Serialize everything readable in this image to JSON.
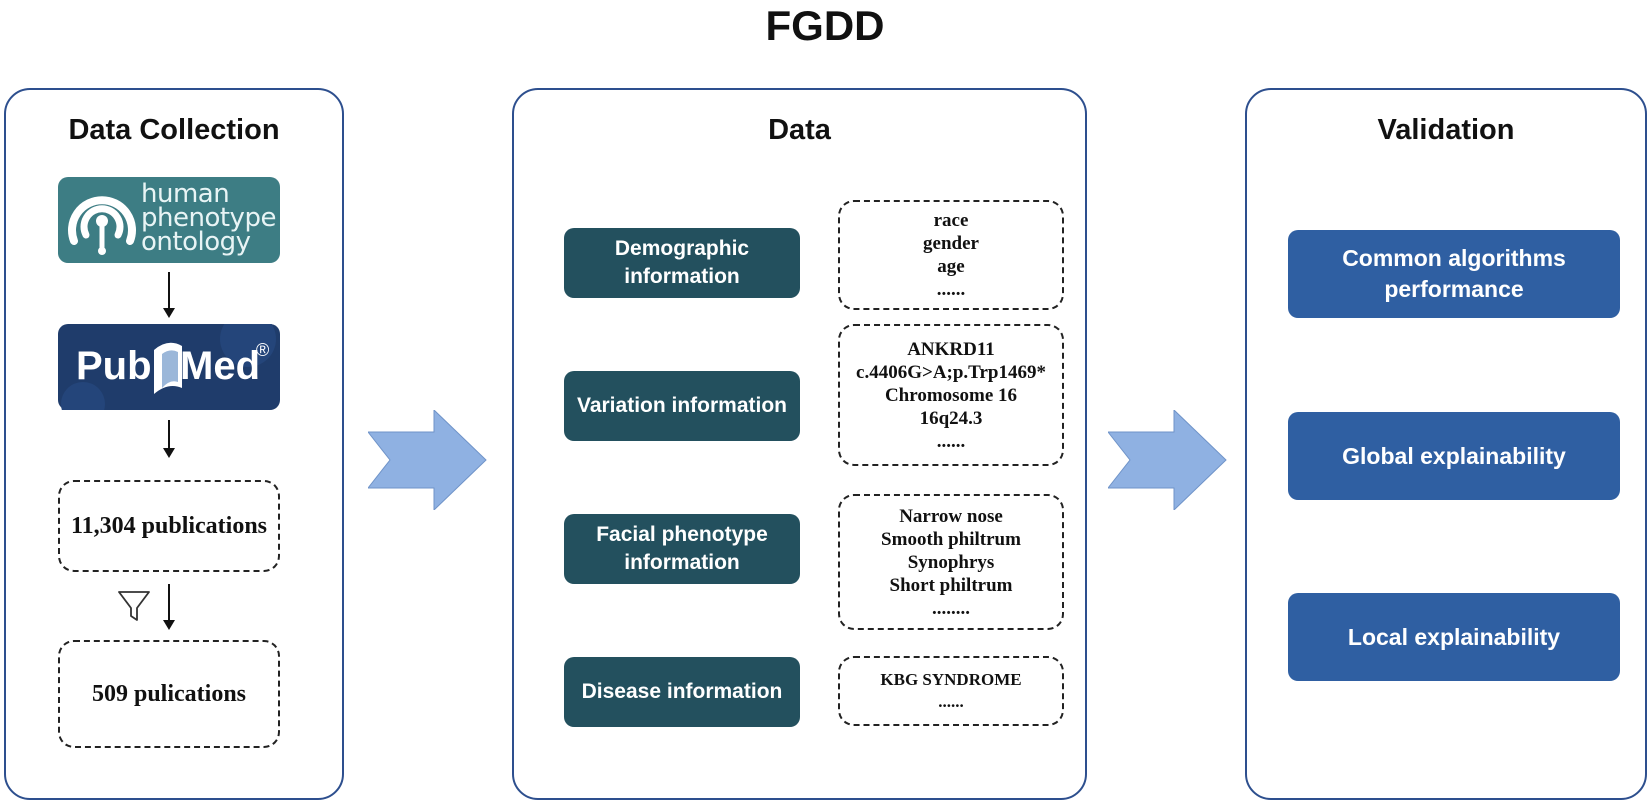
{
  "title": "FGDD",
  "collection": {
    "heading": "Data Collection",
    "hpo_logo": [
      "human",
      "phenotype",
      "ontology"
    ],
    "pubmed_logo": {
      "pub": "Pub",
      "med": "Med",
      "reg": "®"
    },
    "publications": "11,304 publications",
    "filtered": "509 pulications",
    "filter_icon": "funnel-icon"
  },
  "data": {
    "heading": "Data",
    "categories": [
      {
        "label": "Demographic information",
        "details": [
          "race",
          "gender",
          "age",
          "......"
        ]
      },
      {
        "label": "Variation information",
        "details": [
          "ANKRD11",
          "c.4406G>A;p.Trp1469*",
          "Chromosome 16",
          "16q24.3",
          "......"
        ]
      },
      {
        "label": "Facial phenotype information",
        "details": [
          "Narrow nose",
          "Smooth philtrum",
          "Synophrys",
          "Short philtrum",
          "........"
        ]
      },
      {
        "label": "Disease information",
        "details": [
          "KBG SYNDROME",
          "......"
        ]
      }
    ]
  },
  "validation": {
    "heading": "Validation",
    "items": [
      "Common algorithms performance",
      "Global explainability",
      "Local explainability"
    ]
  },
  "colors": {
    "panel_border": "#2d4f8e",
    "category_fill": "#23505e",
    "validation_fill": "#2f5fa2",
    "arrow_fill": "#8fb1e2",
    "hpo_fill": "#3d7d84",
    "pubmed_fill": "#1f3c6b"
  }
}
